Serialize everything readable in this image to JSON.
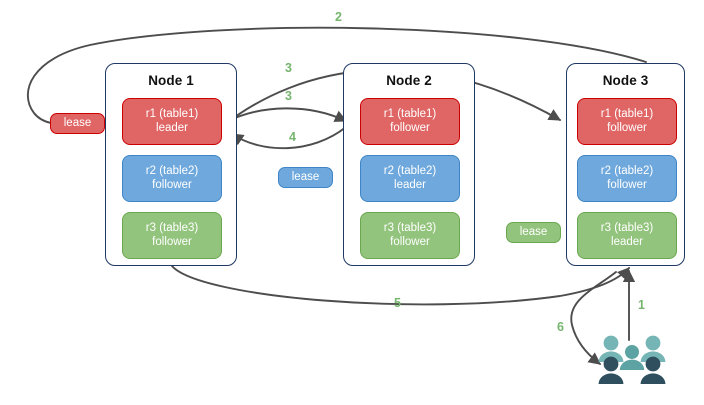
{
  "diagram": {
    "title": "Distributed database leaseholder / raft replica request flow",
    "background": "#ffffff",
    "colors": {
      "red_fill": "#e06666",
      "red_stroke": "#cc0000",
      "blue_fill": "#6fa8dc",
      "blue_stroke": "#3d85c6",
      "green_fill": "#93c47d",
      "green_stroke": "#6aa84f",
      "node_stroke": "#1f3864",
      "arrow_stroke": "#4d4d4d",
      "step_label": "#76b56e",
      "people_light": "#76b5b5",
      "people_dark": "#2f4f5e"
    }
  },
  "nodes": [
    {
      "id": "node1",
      "title": "Node 1",
      "replicas": [
        {
          "id": "n1r1",
          "line1": "r1 (table1)",
          "line2": "leader",
          "color": "red"
        },
        {
          "id": "n1r2",
          "line1": "r2 (table2)",
          "line2": "follower",
          "color": "blue"
        },
        {
          "id": "n1r3",
          "line1": "r3 (table3)",
          "line2": "follower",
          "color": "green"
        }
      ]
    },
    {
      "id": "node2",
      "title": "Node 2",
      "replicas": [
        {
          "id": "n2r1",
          "line1": "r1 (table1)",
          "line2": "follower",
          "color": "red"
        },
        {
          "id": "n2r2",
          "line1": "r2 (table2)",
          "line2": "leader",
          "color": "blue"
        },
        {
          "id": "n2r3",
          "line1": "r3 (table3)",
          "line2": "follower",
          "color": "green"
        }
      ]
    },
    {
      "id": "node3",
      "title": "Node 3",
      "replicas": [
        {
          "id": "n3r1",
          "line1": "r1 (table1)",
          "line2": "follower",
          "color": "red"
        },
        {
          "id": "n3r2",
          "line1": "r2 (table2)",
          "line2": "follower",
          "color": "blue"
        },
        {
          "id": "n3r3",
          "line1": "r3 (table3)",
          "line2": "leader",
          "color": "green"
        }
      ]
    }
  ],
  "leases": [
    {
      "id": "lease-r1",
      "label": "lease",
      "color": "red"
    },
    {
      "id": "lease-r2",
      "label": "lease",
      "color": "blue"
    },
    {
      "id": "lease-r3",
      "label": "lease",
      "color": "green"
    }
  ],
  "steps": [
    {
      "id": "step-1",
      "label": "1"
    },
    {
      "id": "step-2",
      "label": "2"
    },
    {
      "id": "step-3a",
      "label": "3"
    },
    {
      "id": "step-3b",
      "label": "3"
    },
    {
      "id": "step-4",
      "label": "4"
    },
    {
      "id": "step-5",
      "label": "5"
    },
    {
      "id": "step-6",
      "label": "6"
    }
  ],
  "icons": {
    "people": "people-group-icon"
  }
}
